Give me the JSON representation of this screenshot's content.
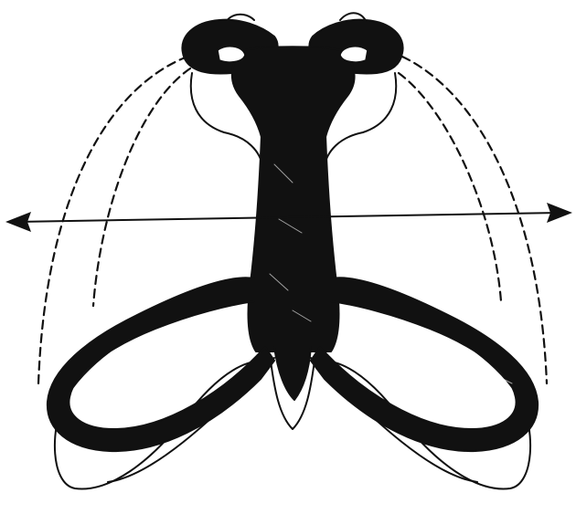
{
  "diagram": {
    "subject": "rib-cage-expansion-sketch",
    "colors": {
      "ink": "#111111",
      "paper": "#ffffff"
    },
    "features": [
      "sternum",
      "manubrium",
      "clavicle-left",
      "clavicle-right",
      "rib-left",
      "rib-right",
      "rest-outline-left",
      "rest-outline-right",
      "xiphoid-process",
      "expansion-arc-dashed-left",
      "expansion-arc-dashed-right",
      "lateral-expansion-arrow"
    ]
  }
}
